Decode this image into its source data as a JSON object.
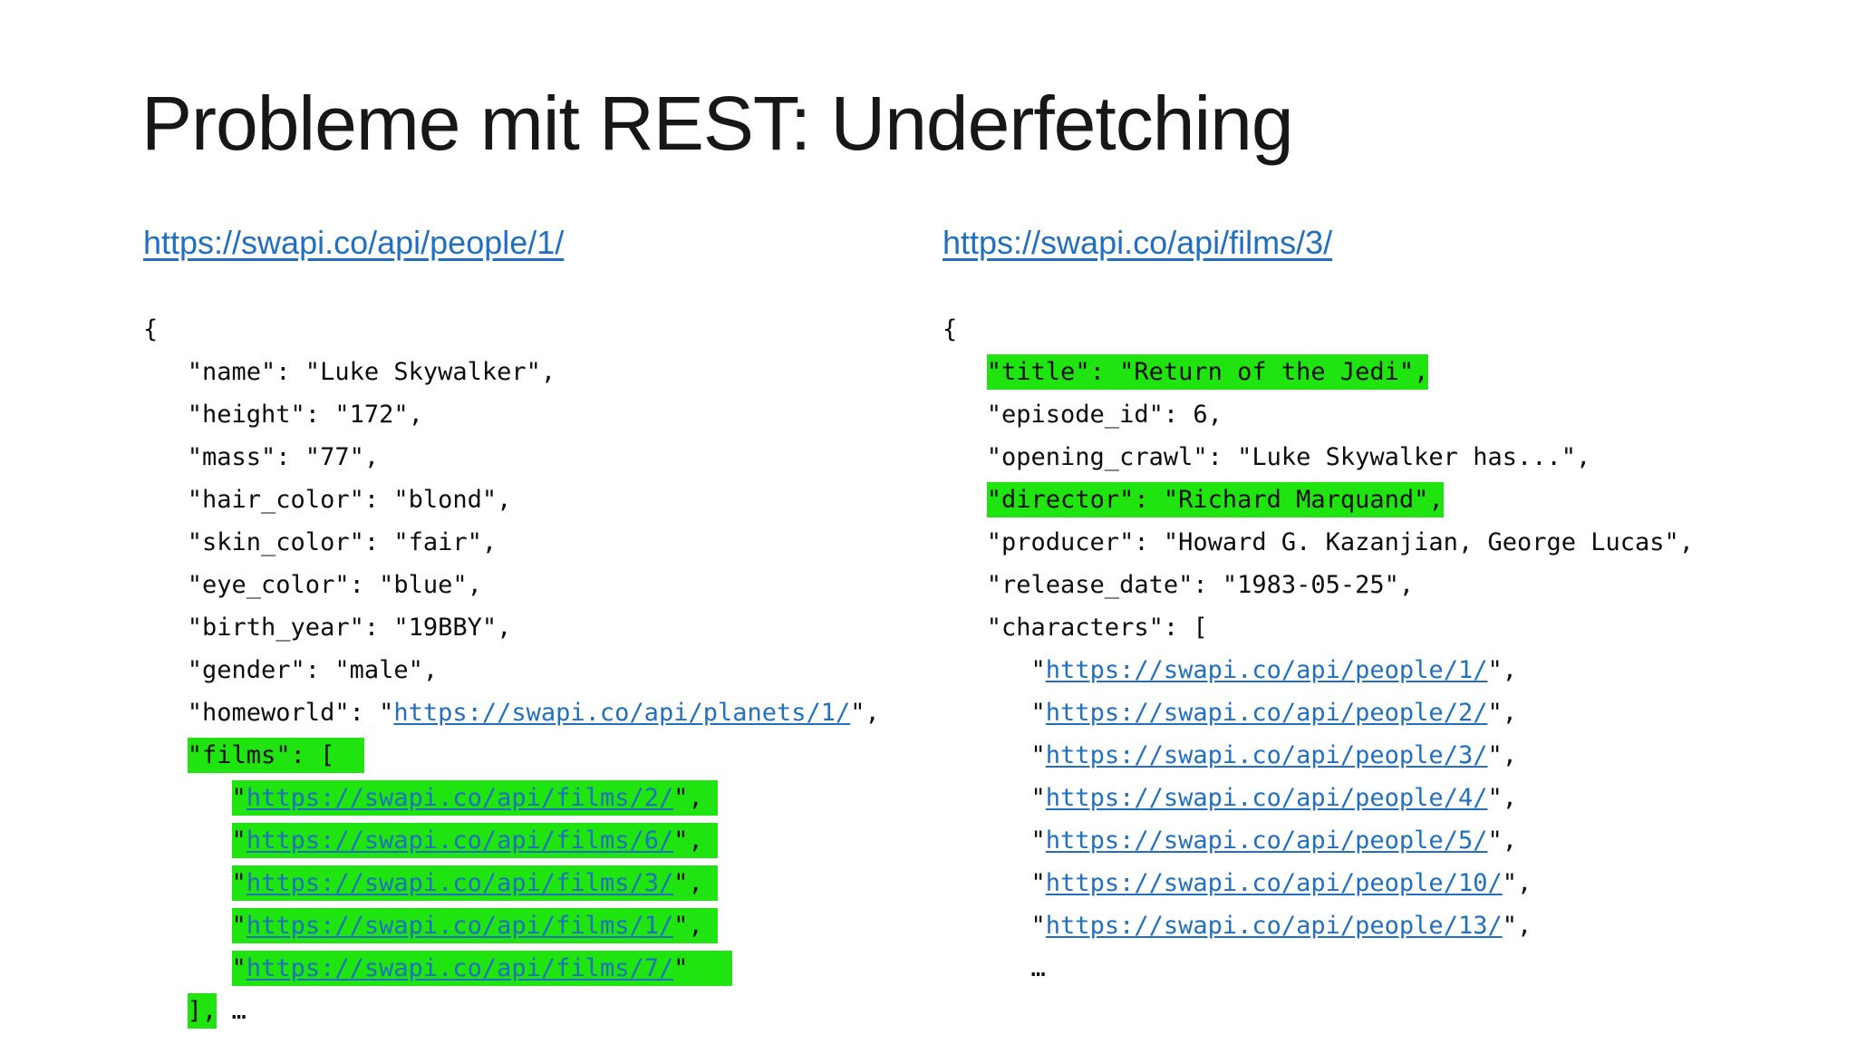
{
  "slide": {
    "title": "Probleme mit REST: Underfetching",
    "colors": {
      "highlight": "#1fe410",
      "link": "#2170c0",
      "text": "#0d0d0d",
      "background": "#ffffff"
    }
  },
  "left": {
    "heading_url": "https://swapi.co/api/people/1/",
    "lines": [
      {
        "seg": [
          {
            "text": "{",
            "kind": "plain",
            "hl": false
          }
        ]
      },
      {
        "seg": [
          {
            "text": "   \"name\": \"Luke Skywalker\",",
            "kind": "plain",
            "hl": false
          }
        ]
      },
      {
        "seg": [
          {
            "text": "   \"height\": \"172\",",
            "kind": "plain",
            "hl": false
          }
        ]
      },
      {
        "seg": [
          {
            "text": "   \"mass\": \"77\",",
            "kind": "plain",
            "hl": false
          }
        ]
      },
      {
        "seg": [
          {
            "text": "   \"hair_color\": \"blond\",",
            "kind": "plain",
            "hl": false
          }
        ]
      },
      {
        "seg": [
          {
            "text": "   \"skin_color\": \"fair\",",
            "kind": "plain",
            "hl": false
          }
        ]
      },
      {
        "seg": [
          {
            "text": "   \"eye_color\": \"blue\",",
            "kind": "plain",
            "hl": false
          }
        ]
      },
      {
        "seg": [
          {
            "text": "   \"birth_year\": \"19BBY\",",
            "kind": "plain",
            "hl": false
          }
        ]
      },
      {
        "seg": [
          {
            "text": "   \"gender\": \"male\",",
            "kind": "plain",
            "hl": false
          }
        ]
      },
      {
        "seg": [
          {
            "text": "   \"homeworld\": \"",
            "kind": "plain",
            "hl": false
          },
          {
            "text": "https://swapi.co/api/planets/1/",
            "kind": "link",
            "hl": false
          },
          {
            "text": "\",",
            "kind": "plain",
            "hl": false
          }
        ]
      },
      {
        "seg": [
          {
            "text": "   ",
            "kind": "plain",
            "hl": false
          },
          {
            "text": "\"films\": [  ",
            "kind": "plain",
            "hl": true
          }
        ]
      },
      {
        "seg": [
          {
            "text": "      ",
            "kind": "plain",
            "hl": false
          },
          {
            "text": "\"",
            "kind": "plain",
            "hl": true
          },
          {
            "text": "https://swapi.co/api/films/2/",
            "kind": "link",
            "hl": true
          },
          {
            "text": "\", ",
            "kind": "plain",
            "hl": true
          }
        ]
      },
      {
        "seg": [
          {
            "text": "      ",
            "kind": "plain",
            "hl": false
          },
          {
            "text": "\"",
            "kind": "plain",
            "hl": true
          },
          {
            "text": "https://swapi.co/api/films/6/",
            "kind": "link",
            "hl": true
          },
          {
            "text": "\", ",
            "kind": "plain",
            "hl": true
          }
        ]
      },
      {
        "seg": [
          {
            "text": "      ",
            "kind": "plain",
            "hl": false
          },
          {
            "text": "\"",
            "kind": "plain",
            "hl": true
          },
          {
            "text": "https://swapi.co/api/films/3/",
            "kind": "link",
            "hl": true
          },
          {
            "text": "\", ",
            "kind": "plain",
            "hl": true
          }
        ]
      },
      {
        "seg": [
          {
            "text": "      ",
            "kind": "plain",
            "hl": false
          },
          {
            "text": "\"",
            "kind": "plain",
            "hl": true
          },
          {
            "text": "https://swapi.co/api/films/1/",
            "kind": "link",
            "hl": true
          },
          {
            "text": "\", ",
            "kind": "plain",
            "hl": true
          }
        ]
      },
      {
        "seg": [
          {
            "text": "      ",
            "kind": "plain",
            "hl": false
          },
          {
            "text": "\"",
            "kind": "plain",
            "hl": true
          },
          {
            "text": "https://swapi.co/api/films/7/",
            "kind": "link",
            "hl": true
          },
          {
            "text": "\"   ",
            "kind": "plain",
            "hl": true
          }
        ]
      },
      {
        "seg": [
          {
            "text": "   ",
            "kind": "plain",
            "hl": false
          },
          {
            "text": "],",
            "kind": "plain",
            "hl": true
          },
          {
            "text": " …",
            "kind": "plain",
            "hl": false
          }
        ]
      }
    ]
  },
  "right": {
    "heading_url": "https://swapi.co/api/films/3/",
    "lines": [
      {
        "seg": [
          {
            "text": "{",
            "kind": "plain",
            "hl": false
          }
        ]
      },
      {
        "seg": [
          {
            "text": "   ",
            "kind": "plain",
            "hl": false
          },
          {
            "text": "\"title\": \"Return of the Jedi\",",
            "kind": "plain",
            "hl": true
          }
        ]
      },
      {
        "seg": [
          {
            "text": "   \"episode_id\": 6,",
            "kind": "plain",
            "hl": false
          }
        ]
      },
      {
        "seg": [
          {
            "text": "   \"opening_crawl\": \"Luke Skywalker has...\",",
            "kind": "plain",
            "hl": false
          }
        ]
      },
      {
        "seg": [
          {
            "text": "   ",
            "kind": "plain",
            "hl": false
          },
          {
            "text": "\"director\": \"Richard Marquand\",",
            "kind": "plain",
            "hl": true
          }
        ]
      },
      {
        "seg": [
          {
            "text": "   \"producer\": \"Howard G. Kazanjian, George Lucas\",",
            "kind": "plain",
            "hl": false
          }
        ]
      },
      {
        "seg": [
          {
            "text": "   \"release_date\": \"1983-05-25\",",
            "kind": "plain",
            "hl": false
          }
        ]
      },
      {
        "seg": [
          {
            "text": "   \"characters\": [",
            "kind": "plain",
            "hl": false
          }
        ]
      },
      {
        "seg": [
          {
            "text": "      \"",
            "kind": "plain",
            "hl": false
          },
          {
            "text": "https://swapi.co/api/people/1/",
            "kind": "link",
            "hl": false
          },
          {
            "text": "\",",
            "kind": "plain",
            "hl": false
          }
        ]
      },
      {
        "seg": [
          {
            "text": "      \"",
            "kind": "plain",
            "hl": false
          },
          {
            "text": "https://swapi.co/api/people/2/",
            "kind": "link",
            "hl": false
          },
          {
            "text": "\",",
            "kind": "plain",
            "hl": false
          }
        ]
      },
      {
        "seg": [
          {
            "text": "      \"",
            "kind": "plain",
            "hl": false
          },
          {
            "text": "https://swapi.co/api/people/3/",
            "kind": "link",
            "hl": false
          },
          {
            "text": "\",",
            "kind": "plain",
            "hl": false
          }
        ]
      },
      {
        "seg": [
          {
            "text": "      \"",
            "kind": "plain",
            "hl": false
          },
          {
            "text": "https://swapi.co/api/people/4/",
            "kind": "link",
            "hl": false
          },
          {
            "text": "\",",
            "kind": "plain",
            "hl": false
          }
        ]
      },
      {
        "seg": [
          {
            "text": "      \"",
            "kind": "plain",
            "hl": false
          },
          {
            "text": "https://swapi.co/api/people/5/",
            "kind": "link",
            "hl": false
          },
          {
            "text": "\",",
            "kind": "plain",
            "hl": false
          }
        ]
      },
      {
        "seg": [
          {
            "text": "      \"",
            "kind": "plain",
            "hl": false
          },
          {
            "text": "https://swapi.co/api/people/10/",
            "kind": "link",
            "hl": false
          },
          {
            "text": "\",",
            "kind": "plain",
            "hl": false
          }
        ]
      },
      {
        "seg": [
          {
            "text": "      \"",
            "kind": "plain",
            "hl": false
          },
          {
            "text": "https://swapi.co/api/people/13/",
            "kind": "link",
            "hl": false
          },
          {
            "text": "\",",
            "kind": "plain",
            "hl": false
          }
        ]
      },
      {
        "seg": [
          {
            "text": "      …",
            "kind": "plain",
            "hl": false
          }
        ]
      }
    ]
  }
}
